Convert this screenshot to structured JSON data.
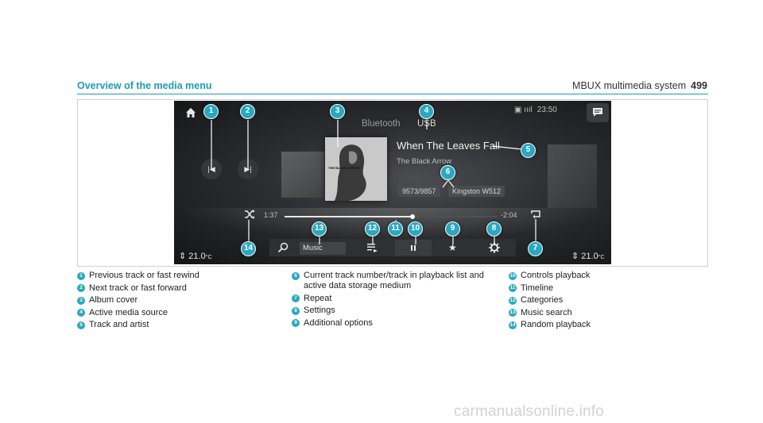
{
  "header": {
    "title": "MBUX multimedia system",
    "page": "499"
  },
  "section_title": "Overview of the media menu",
  "screen": {
    "status_time": "23:50",
    "sources": [
      "Bluetooth",
      "USB"
    ],
    "track_title": "When The Leaves Fall",
    "artist": "The Black Arrow",
    "album_label": "THE BLACK ARROW",
    "track_number": "9573/9857",
    "medium": "Kingston W512",
    "elapsed": "1:37",
    "remaining": "-2:04",
    "timeline_progress": 0.6,
    "music_label": "Music",
    "temp_left": "21.0",
    "temp_right": "21.0",
    "temp_unit": "°C",
    "icons": [
      "home-icon",
      "message-icon",
      "previous-track-icon",
      "next-track-icon",
      "shuffle-icon",
      "repeat-icon",
      "search-icon",
      "categories-icon",
      "pause-icon",
      "star-icon",
      "gear-icon"
    ]
  },
  "callouts": [
    "1",
    "2",
    "3",
    "4",
    "5",
    "6",
    "7",
    "8",
    "9",
    "10",
    "11",
    "12",
    "13",
    "14"
  ],
  "legend": {
    "col1": [
      {
        "num": "1",
        "text": "Previous track or fast rewind"
      },
      {
        "num": "2",
        "text": "Next track or fast forward"
      },
      {
        "num": "3",
        "text": "Album cover"
      },
      {
        "num": "4",
        "text": "Active media source"
      },
      {
        "num": "5",
        "text": "Track and artist"
      }
    ],
    "col2": [
      {
        "num": "6",
        "text": "Current track number/track in playback list and active data storage medium"
      },
      {
        "num": "7",
        "text": "Repeat"
      },
      {
        "num": "8",
        "text": "Settings"
      },
      {
        "num": "9",
        "text": "Additional options"
      }
    ],
    "col3": [
      {
        "num": "10",
        "text": "Controls playback"
      },
      {
        "num": "11",
        "text": "Timeline"
      },
      {
        "num": "12",
        "text": "Categories"
      },
      {
        "num": "13",
        "text": "Music search"
      },
      {
        "num": "14",
        "text": "Random playback"
      }
    ]
  },
  "watermark": "carmanualsonline.info",
  "colors": {
    "accent": "#1d9bb5",
    "callout": "#2aa8c0"
  }
}
